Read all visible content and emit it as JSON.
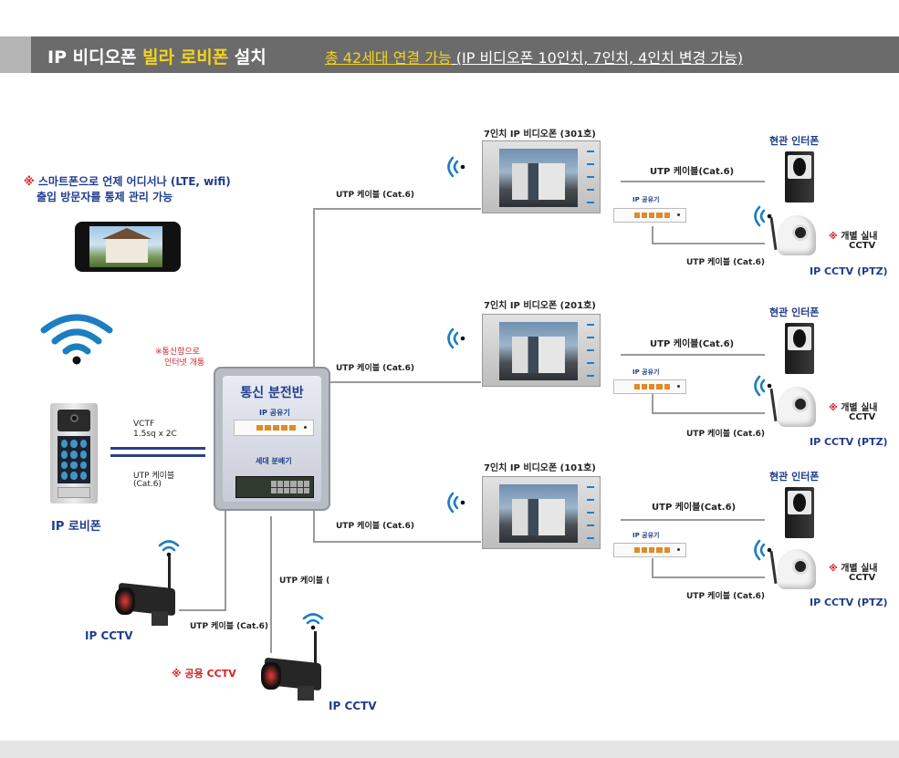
{
  "header": {
    "title_part1": "IP 비디오폰 ",
    "title_highlight": "빌라 로비폰",
    "title_part2": " 설치",
    "subtitle_highlight": "총 42세대 연결 가능",
    "subtitle_rest": " (IP 비디오폰 10인치, 7인치, 4인치 변경 가능)"
  },
  "colors": {
    "header_bg": "#6b6b6b",
    "highlight": "#f5d31c",
    "accent_blue": "#1f3d8c",
    "note_red": "#d2232a",
    "wire_gray": "#9a9a9a"
  },
  "smartphone_note": {
    "mark": "※",
    "line1": "스마트폰으로 언제 어디서나 (LTE, wifi)",
    "line2": "출입 방문자를 통제 관리 가능"
  },
  "internet_note": {
    "line1": "※통신함으로",
    "line2": "인터넷 개통"
  },
  "lobby_phone": {
    "label": "IP 로비폰"
  },
  "lobby_cables": {
    "vctf_line1": "VCTF",
    "vctf_line2": "1.5sq x 2C",
    "utp_line1": "UTP 케이블",
    "utp_line2": "(Cat.6)"
  },
  "panel": {
    "title": "통신 분전반",
    "router_label": "IP 공유기",
    "distributor_label": "세대 분배기"
  },
  "trunk_cables": {
    "to_301": "UTP 케이블 (Cat.6)",
    "to_201": "UTP 케이블 (Cat.6)",
    "to_101": "UTP 케이블 (Cat.6)",
    "down": "UTP 케이블 (",
    "to_cctv1": "UTP 케이블 (Cat.6)"
  },
  "units": [
    {
      "monitor_label": "7인치 IP 비디오폰 (301호)",
      "intercom_label": "현관 인터폰",
      "cable_upper": "UTP 케이블(Cat.6)",
      "router_label": "IP 공유기",
      "cable_lower": "UTP 케이블 (Cat.6)",
      "cctv_note_mark": "※",
      "cctv_note_line1": "개별 실내",
      "cctv_note_line2": "CCTV",
      "cctv_label": "IP CCTV (PTZ)"
    },
    {
      "monitor_label": "7인치 IP 비디오폰 (201호)",
      "intercom_label": "현관 인터폰",
      "cable_upper": "UTP 케이블(Cat.6)",
      "router_label": "IP 공유기",
      "cable_lower": "UTP 케이블 (Cat.6)",
      "cctv_note_mark": "※",
      "cctv_note_line1": "개별 실내",
      "cctv_note_line2": "CCTV",
      "cctv_label": "IP CCTV (PTZ)"
    },
    {
      "monitor_label": "7인치 IP 비디오폰 (101호)",
      "intercom_label": "현관 인터폰",
      "cable_upper": "UTP 케이블(Cat.6)",
      "router_label": "IP 공유기",
      "cable_lower": "UTP 케이블 (Cat.6)",
      "cctv_note_mark": "※",
      "cctv_note_line1": "개별 실내",
      "cctv_note_line2": "CCTV",
      "cctv_label": "IP CCTV (PTZ)"
    }
  ],
  "cctv_1": {
    "label": "IP CCTV"
  },
  "cctv_2": {
    "label": "IP CCTV",
    "note": "※ 공용 CCTV"
  }
}
